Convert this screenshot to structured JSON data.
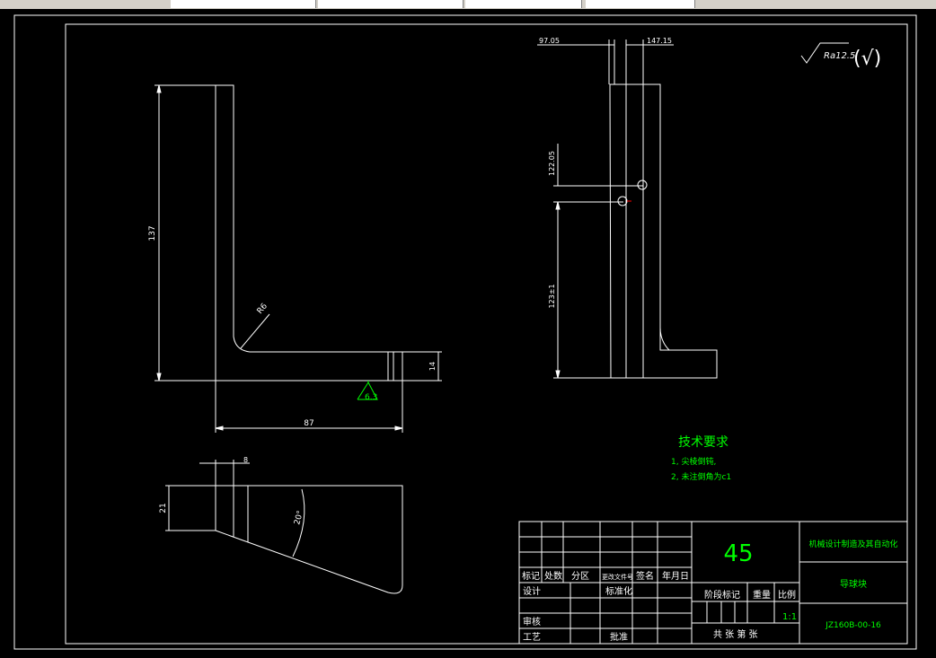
{
  "colors": {
    "background": "#000000",
    "lines": "#ffffff",
    "text_green": "#00ff00",
    "hole": "#ff0000"
  },
  "surface_roughness": {
    "value": "Ra12.5",
    "symbol": "(√)"
  },
  "front_view": {
    "height_dim": "137",
    "fillet_dim": "R6",
    "thickness_dim": "14",
    "width_dim": "87",
    "weld_symbol_value": "6.3"
  },
  "side_view": {
    "top_left_dim": "97.05",
    "top_right_dim": "147.15",
    "hole_spacing_dim": "122.05",
    "bottom_height_dim": "123±1"
  },
  "top_view": {
    "offset_dim": "8",
    "height_dim": "21",
    "angle_dim": "20°"
  },
  "tech_requirements": {
    "title": "技术要求",
    "items": [
      "1, 尖棱倒钝,",
      "2, 未注倒角为c1"
    ]
  },
  "title_block": {
    "material": "45",
    "school": "机械设计制造及其自动化",
    "part_name": "导球块",
    "drawing_no": "JZ160B-00-16",
    "scale": "1:1",
    "labels": {
      "mark": "标记",
      "count": "处数",
      "zone": "分区",
      "change_doc": "更改文件号",
      "signature": "签名",
      "date": "年月日",
      "design": "设计",
      "standardize": "标准化",
      "stage_mark": "阶段标记",
      "weight": "重量",
      "ratio": "比例",
      "check": "审核",
      "process": "工艺",
      "approve": "批准",
      "sheets": "共  张  第  张"
    }
  }
}
